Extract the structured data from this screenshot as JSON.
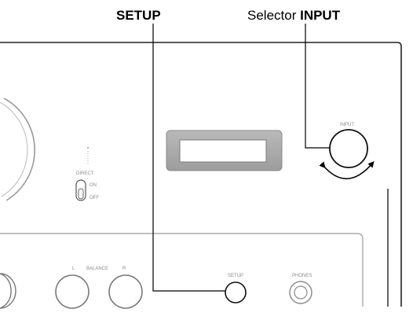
{
  "callouts": {
    "setup": {
      "bold": "SETUP"
    },
    "selector": {
      "prefix": "Selector ",
      "bold": "INPUT"
    }
  },
  "panel": {
    "direct_label": "DIRECT",
    "direct_on": "ON",
    "direct_off": "OFF",
    "input_knob_label": "INPUT",
    "balance_left": "L",
    "balance_label": "BALANCE",
    "balance_right": "R",
    "setup_button_label": "SETUP",
    "phones_label": "PHONES"
  }
}
